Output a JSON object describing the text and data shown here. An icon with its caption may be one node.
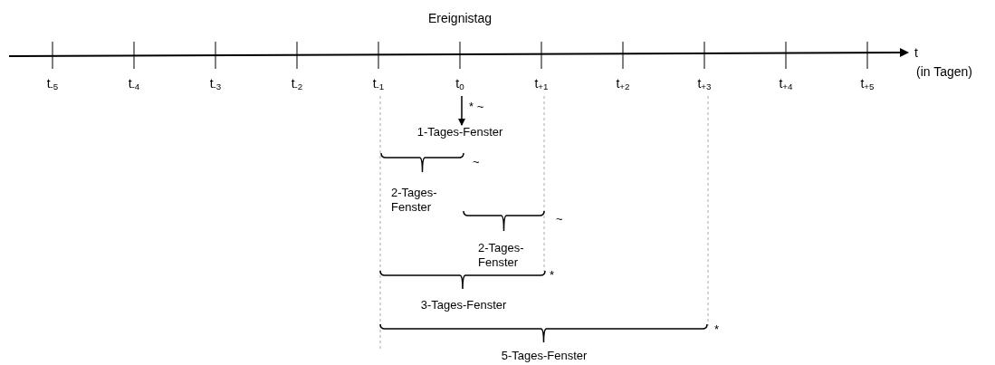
{
  "diagram": {
    "nodes": [
      {
        "text": [
          "t$_{0}$"
        ]
      },
      {
        "text": [
          "1-Tages-Fenster"
        ]
      }
    ],
    "edges": [
      {
        "from": 0,
        "to": 1,
        "arrow": "to"
      }
    ],
    "labels": [
      "Ereignistag",
      "t$_{-5}$",
      "t$_{-4}$",
      "t$_{-3}$",
      "t$_{-2}$",
      "t$_{-1}$",
      "t$_{+1}$",
      "t$_{+2}$",
      "t$_{+3}$",
      "t$_{+4}$",
      "t$_{+5}$",
      "t",
      "(in Tagen)",
      "* ~",
      "~",
      "2-Tages- Fenster",
      "~",
      "2-Tages- Fenster",
      "*",
      "3-Tages-Fenster",
      "*",
      "5-Tages-Fenster"
    ]
  }
}
